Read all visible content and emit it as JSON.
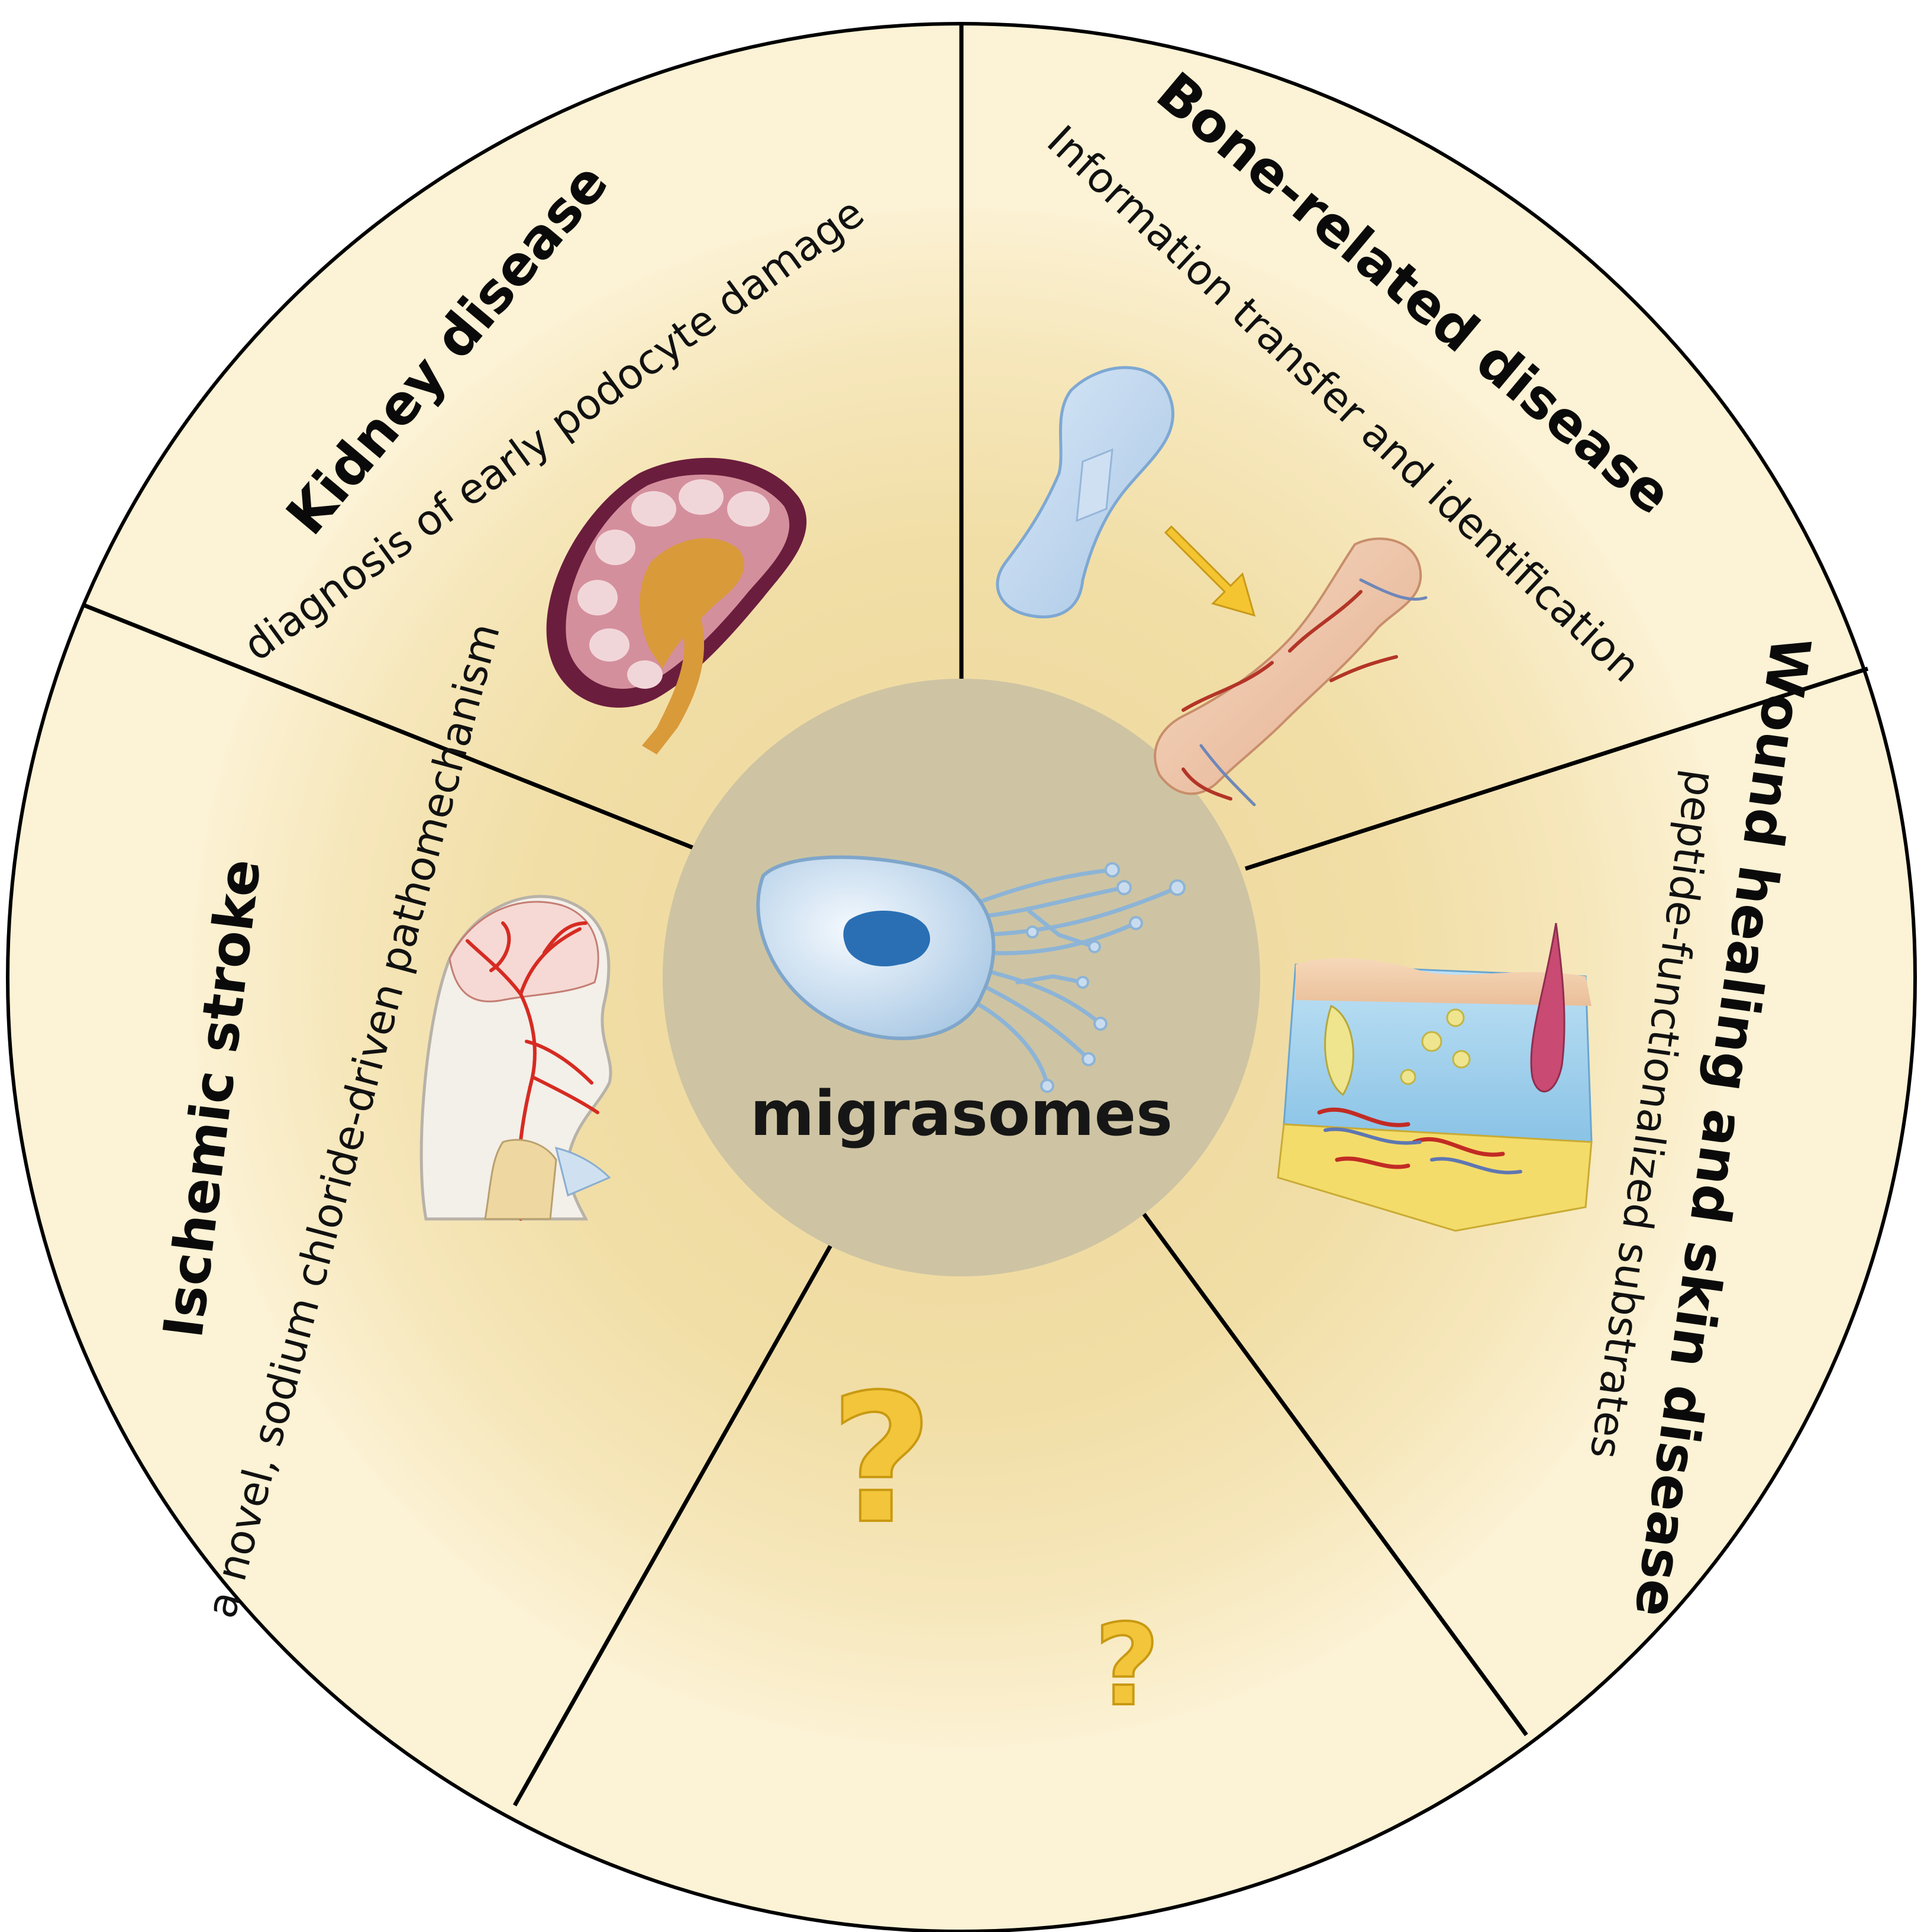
{
  "center": {
    "label": "migrasomes"
  },
  "sectors": [
    {
      "id": "kidney",
      "title": "Kidney disease",
      "subtitle": "diagnosis of early podocyte damage"
    },
    {
      "id": "bone",
      "title": "Bone-related disease",
      "subtitle": "Information transfer and identification"
    },
    {
      "id": "wound",
      "title": "Wound healing and skin disease",
      "subtitle": "peptide-functionalized substrates"
    },
    {
      "id": "unknown",
      "marks": [
        "?",
        "?"
      ]
    },
    {
      "id": "stroke",
      "title": "Ischemic stroke",
      "subtitle": "a novel, sodium chloride-driven pathomechanism"
    }
  ],
  "colors": {
    "outer_fill": "#fcf2d5",
    "inner_glow": "#f3e2ae",
    "center_fill": "#cec4a3",
    "divider": "#000000",
    "question": "#f2c53a"
  },
  "icons": [
    "kidney-icon",
    "bone-icon",
    "skin-section-icon",
    "question-icon",
    "head-arteries-icon",
    "migrasome-cell-icon"
  ]
}
